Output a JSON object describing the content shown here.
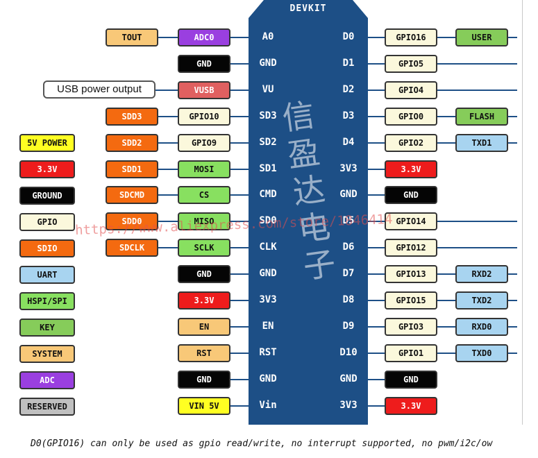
{
  "board": {
    "title": "DEVKIT"
  },
  "colors": {
    "board": "#1d4f86",
    "adc": "#9a3fe0",
    "system": "#f8c878",
    "ground": "#050505",
    "power_3v3": "#ee1c1c",
    "power_5v": "#ffff22",
    "sdio": "#f46a10",
    "gpio": "#fbf8dc",
    "hspi": "#88e060",
    "uart": "#a8d4f0",
    "key": "#86cc5a",
    "vusb": "#e06060",
    "reserved": "#c0c0c0"
  },
  "pins_left": [
    {
      "label": "A0",
      "inner": {
        "text": "ADC0",
        "type": "adc"
      },
      "outer": {
        "text": "TOUT",
        "type": "system"
      }
    },
    {
      "label": "GND",
      "inner": {
        "text": "GND",
        "type": "ground"
      }
    },
    {
      "label": "VU",
      "inner": {
        "text": "VUSB",
        "type": "vusb"
      }
    },
    {
      "label": "SD3",
      "inner": {
        "text": "GPIO10",
        "type": "gpio"
      },
      "outer": {
        "text": "SDD3",
        "type": "sdio"
      }
    },
    {
      "label": "SD2",
      "inner": {
        "text": "GPIO9",
        "type": "gpio"
      },
      "outer": {
        "text": "SDD2",
        "type": "sdio"
      }
    },
    {
      "label": "SD1",
      "inner": {
        "text": "MOSI",
        "type": "hspi"
      },
      "outer": {
        "text": "SDD1",
        "type": "sdio"
      }
    },
    {
      "label": "CMD",
      "inner": {
        "text": "CS",
        "type": "hspi"
      },
      "outer": {
        "text": "SDCMD",
        "type": "sdio"
      }
    },
    {
      "label": "SD0",
      "inner": {
        "text": "MISO",
        "type": "hspi"
      },
      "outer": {
        "text": "SDD0",
        "type": "sdio"
      }
    },
    {
      "label": "CLK",
      "inner": {
        "text": "SCLK",
        "type": "hspi"
      },
      "outer": {
        "text": "SDCLK",
        "type": "sdio"
      }
    },
    {
      "label": "GND",
      "inner": {
        "text": "GND",
        "type": "ground"
      }
    },
    {
      "label": "3V3",
      "inner": {
        "text": "3.3V",
        "type": "power_3v3"
      }
    },
    {
      "label": "EN",
      "inner": {
        "text": "EN",
        "type": "system"
      }
    },
    {
      "label": "RST",
      "inner": {
        "text": "RST",
        "type": "system"
      }
    },
    {
      "label": "GND",
      "inner": {
        "text": "GND",
        "type": "ground"
      }
    },
    {
      "label": "Vin",
      "inner": {
        "text": "VIN 5V",
        "type": "power_5v"
      }
    }
  ],
  "pins_right": [
    {
      "label": "D0",
      "inner": {
        "text": "GPIO16",
        "type": "gpio"
      },
      "outer": {
        "text": "USER",
        "type": "key"
      }
    },
    {
      "label": "D1",
      "inner": {
        "text": "GPIO5",
        "type": "gpio"
      }
    },
    {
      "label": "D2",
      "inner": {
        "text": "GPIO4",
        "type": "gpio"
      }
    },
    {
      "label": "D3",
      "inner": {
        "text": "GPIO0",
        "type": "gpio"
      },
      "outer": {
        "text": "FLASH",
        "type": "key"
      }
    },
    {
      "label": "D4",
      "inner": {
        "text": "GPIO2",
        "type": "gpio"
      },
      "outer": {
        "text": "TXD1",
        "type": "uart"
      }
    },
    {
      "label": "3V3",
      "inner": {
        "text": "3.3V",
        "type": "power_3v3"
      }
    },
    {
      "label": "GND",
      "inner": {
        "text": "GND",
        "type": "ground"
      }
    },
    {
      "label": "D5",
      "inner": {
        "text": "GPIO14",
        "type": "gpio"
      }
    },
    {
      "label": "D6",
      "inner": {
        "text": "GPIO12",
        "type": "gpio"
      }
    },
    {
      "label": "D7",
      "inner": {
        "text": "GPIO13",
        "type": "gpio"
      },
      "outer": {
        "text": "RXD2",
        "type": "uart"
      }
    },
    {
      "label": "D8",
      "inner": {
        "text": "GPIO15",
        "type": "gpio"
      },
      "outer": {
        "text": "TXD2",
        "type": "uart"
      }
    },
    {
      "label": "D9",
      "inner": {
        "text": "GPIO3",
        "type": "gpio"
      },
      "outer": {
        "text": "RXD0",
        "type": "uart"
      }
    },
    {
      "label": "D10",
      "inner": {
        "text": "GPIO1",
        "type": "gpio"
      },
      "outer": {
        "text": "TXD0",
        "type": "uart"
      }
    },
    {
      "label": "GND",
      "inner": {
        "text": "GND",
        "type": "ground"
      }
    },
    {
      "label": "3V3",
      "inner": {
        "text": "3.3V",
        "type": "power_3v3"
      }
    }
  ],
  "legend": [
    {
      "text": "5V POWER",
      "type": "power_5v"
    },
    {
      "text": "3.3V",
      "type": "power_3v3"
    },
    {
      "text": "GROUND",
      "type": "ground"
    },
    {
      "text": "GPIO",
      "type": "gpio"
    },
    {
      "text": "SDIO",
      "type": "sdio"
    },
    {
      "text": "UART",
      "type": "uart"
    },
    {
      "text": "HSPI/SPI",
      "type": "hspi"
    },
    {
      "text": "KEY",
      "type": "key"
    },
    {
      "text": "SYSTEM",
      "type": "system"
    },
    {
      "text": "ADC",
      "type": "adc"
    },
    {
      "text": "RESERVED",
      "type": "reserved"
    }
  ],
  "callout": {
    "text": "USB power output"
  },
  "watermark": {
    "url": "https://www.aliexpress.com/store/1846414",
    "chinese": "信盈达电子"
  },
  "footnote": "D0(GPIO16) can only be used as gpio read/write, no interrupt supported, no pwm/i2c/ow"
}
